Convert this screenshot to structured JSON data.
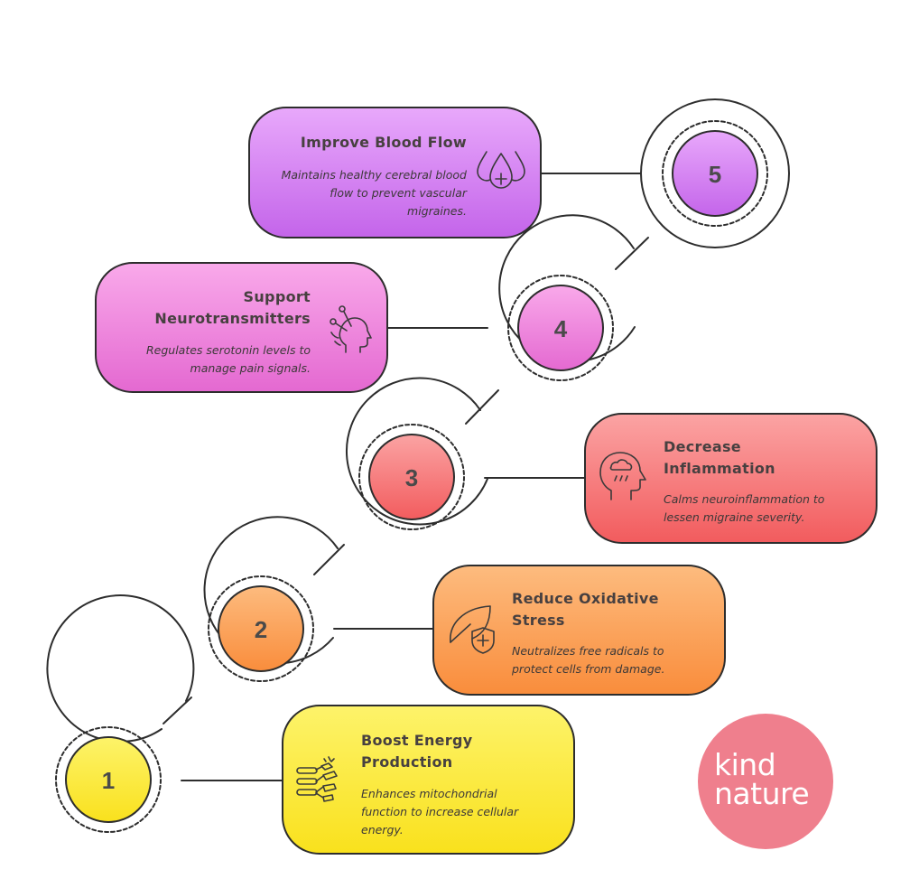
{
  "steps": [
    {
      "number": "1",
      "title": "Boost Energy Production",
      "description": "Enhances mitochondrial function to increase cellular energy.",
      "icon": "mitochondria-icon",
      "color_top": "#fdf36a",
      "color_bottom": "#f9e11d"
    },
    {
      "number": "2",
      "title": "Reduce Oxidative Stress",
      "description": "Neutralizes free radicals to protect cells from damage.",
      "icon": "leaf-shield-icon",
      "color_top": "#fdbb7e",
      "color_bottom": "#f98d3c"
    },
    {
      "number": "3",
      "title": "Decrease Inflammation",
      "description": "Calms neuroinflammation to lessen migraine severity.",
      "icon": "head-storm-icon",
      "color_top": "#fba3a3",
      "color_bottom": "#f25c5e"
    },
    {
      "number": "4",
      "title": "Support Neurotransmitters",
      "description": "Regulates serotonin levels to manage pain signals.",
      "icon": "head-neurons-icon",
      "color_top": "#f9a9ea",
      "color_bottom": "#e469d1"
    },
    {
      "number": "5",
      "title": "Improve Blood Flow",
      "description": "Maintains healthy cerebral blood flow to prevent vascular migraines.",
      "icon": "blood-drops-icon",
      "color_top": "#e8a8fb",
      "color_bottom": "#c465ea"
    }
  ],
  "logo": {
    "line1": "kind",
    "line2": "nature",
    "color": "#ef7f8d"
  }
}
